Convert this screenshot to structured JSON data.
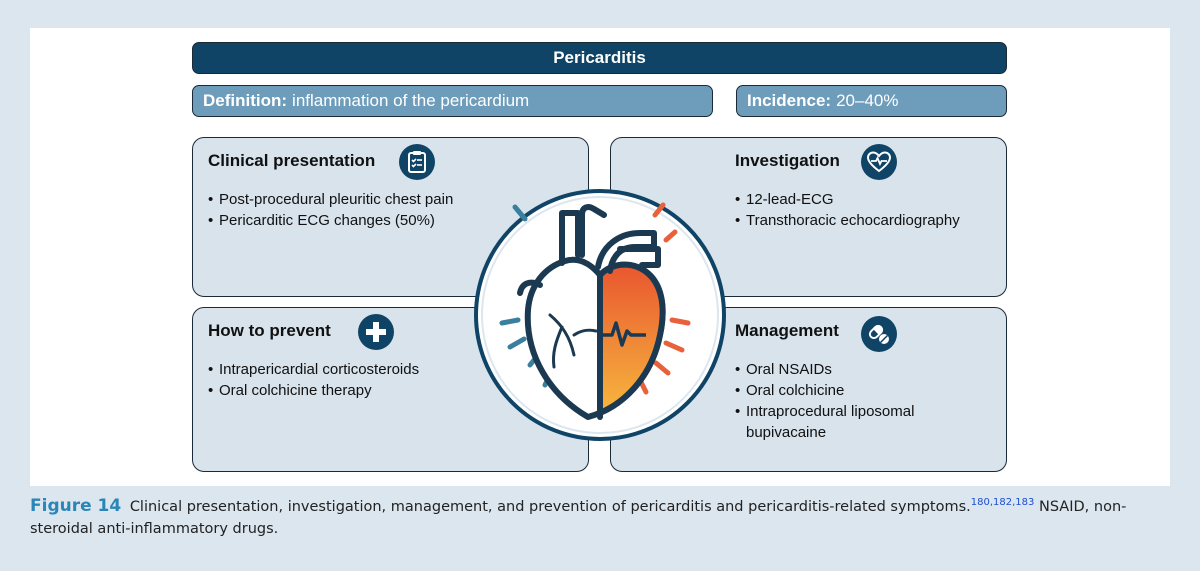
{
  "diagram": {
    "title": "Pericarditis",
    "definition": {
      "label": "Definition:",
      "text": "inflammation of the pericardium"
    },
    "incidence": {
      "label": "Incidence:",
      "text": "20–40%"
    },
    "cards": {
      "clinical": {
        "title": "Clinical presentation",
        "icon": "clipboard-icon",
        "items": [
          "Post-procedural pleuritic chest pain",
          "Pericarditic ECG changes (50%)"
        ]
      },
      "investigation": {
        "title": "Investigation",
        "icon": "heart-pulse-icon",
        "items": [
          "12-lead-ECG",
          "Transthoracic echocardiography"
        ]
      },
      "prevent": {
        "title": "How to prevent",
        "icon": "medical-cross-icon",
        "items": [
          "Intrapericardial corticosteroids",
          "Oral colchicine therapy"
        ]
      },
      "management": {
        "title": "Management",
        "icon": "pills-icon",
        "items": [
          "Oral NSAIDs",
          "Oral colchicine",
          "Intraprocedural liposomal bupivacaine"
        ]
      }
    },
    "colors": {
      "navy": "#0f4466",
      "steel": "#6e9cbb",
      "card": "#d8e3ec",
      "accent_orange": "#e8613a",
      "accent_teal": "#3a7f9e"
    }
  },
  "caption": {
    "figure_label": "Figure 14",
    "text": "Clinical presentation, investigation, management, and prevention of pericarditis and pericarditis-related symptoms.",
    "refs": "180,182,183",
    "text2": " NSAID, non-steroidal anti-inflammatory drugs."
  }
}
